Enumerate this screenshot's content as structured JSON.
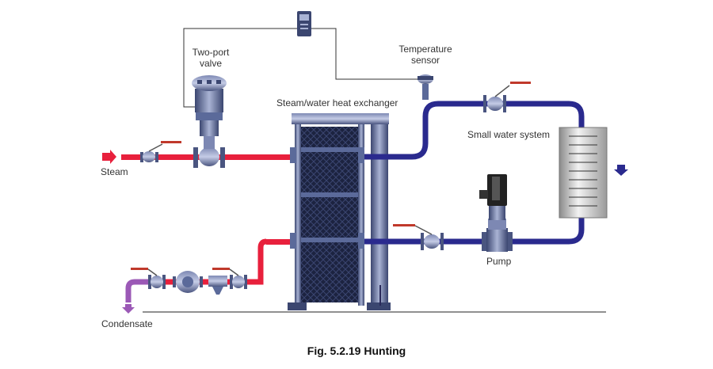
{
  "labels": {
    "two_port_valve": "Two-port\nvalve",
    "temperature_sensor": "Temperature\nsensor",
    "heat_exchanger": "Steam/water heat exchanger",
    "small_water_system": "Small water system",
    "steam": "Steam",
    "pump": "Pump",
    "condensate": "Condensate"
  },
  "caption": "Fig. 5.2.19 Hunting",
  "colors": {
    "steam_pipe": "#e8203c",
    "water_pipe": "#2a2a8e",
    "condensate_pipe": "#9b59b6",
    "equipment_steel": "#5b6a9a",
    "hx_plates": "#1c2340",
    "handle": "#c0392b",
    "control_wire": "#333333"
  }
}
